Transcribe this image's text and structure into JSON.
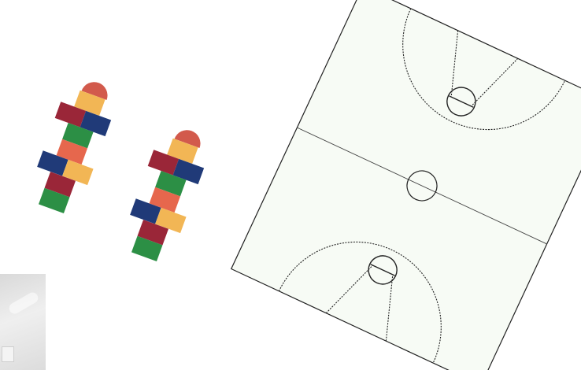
{
  "scene": {
    "items": [
      "hopscotch-grid-left",
      "hopscotch-grid-right",
      "basketball-court-diagram",
      "partial-thumbnail"
    ]
  },
  "colors": {
    "red": "#d25a4c",
    "yellow": "#f2b655",
    "dark_red": "#9a2638",
    "navy": "#203a78",
    "green": "#2c8f45",
    "salmon": "#e6674d",
    "court_fill": "#f7fbf5",
    "court_line": "#222222"
  },
  "hopscotch": {
    "rows": [
      [
        "semicircle-red"
      ],
      [
        "yellow"
      ],
      [
        "dark_red",
        "navy"
      ],
      [
        "green"
      ],
      [
        "salmon"
      ],
      [
        "navy",
        "yellow"
      ],
      [
        "dark_red"
      ],
      [
        "green"
      ]
    ]
  }
}
